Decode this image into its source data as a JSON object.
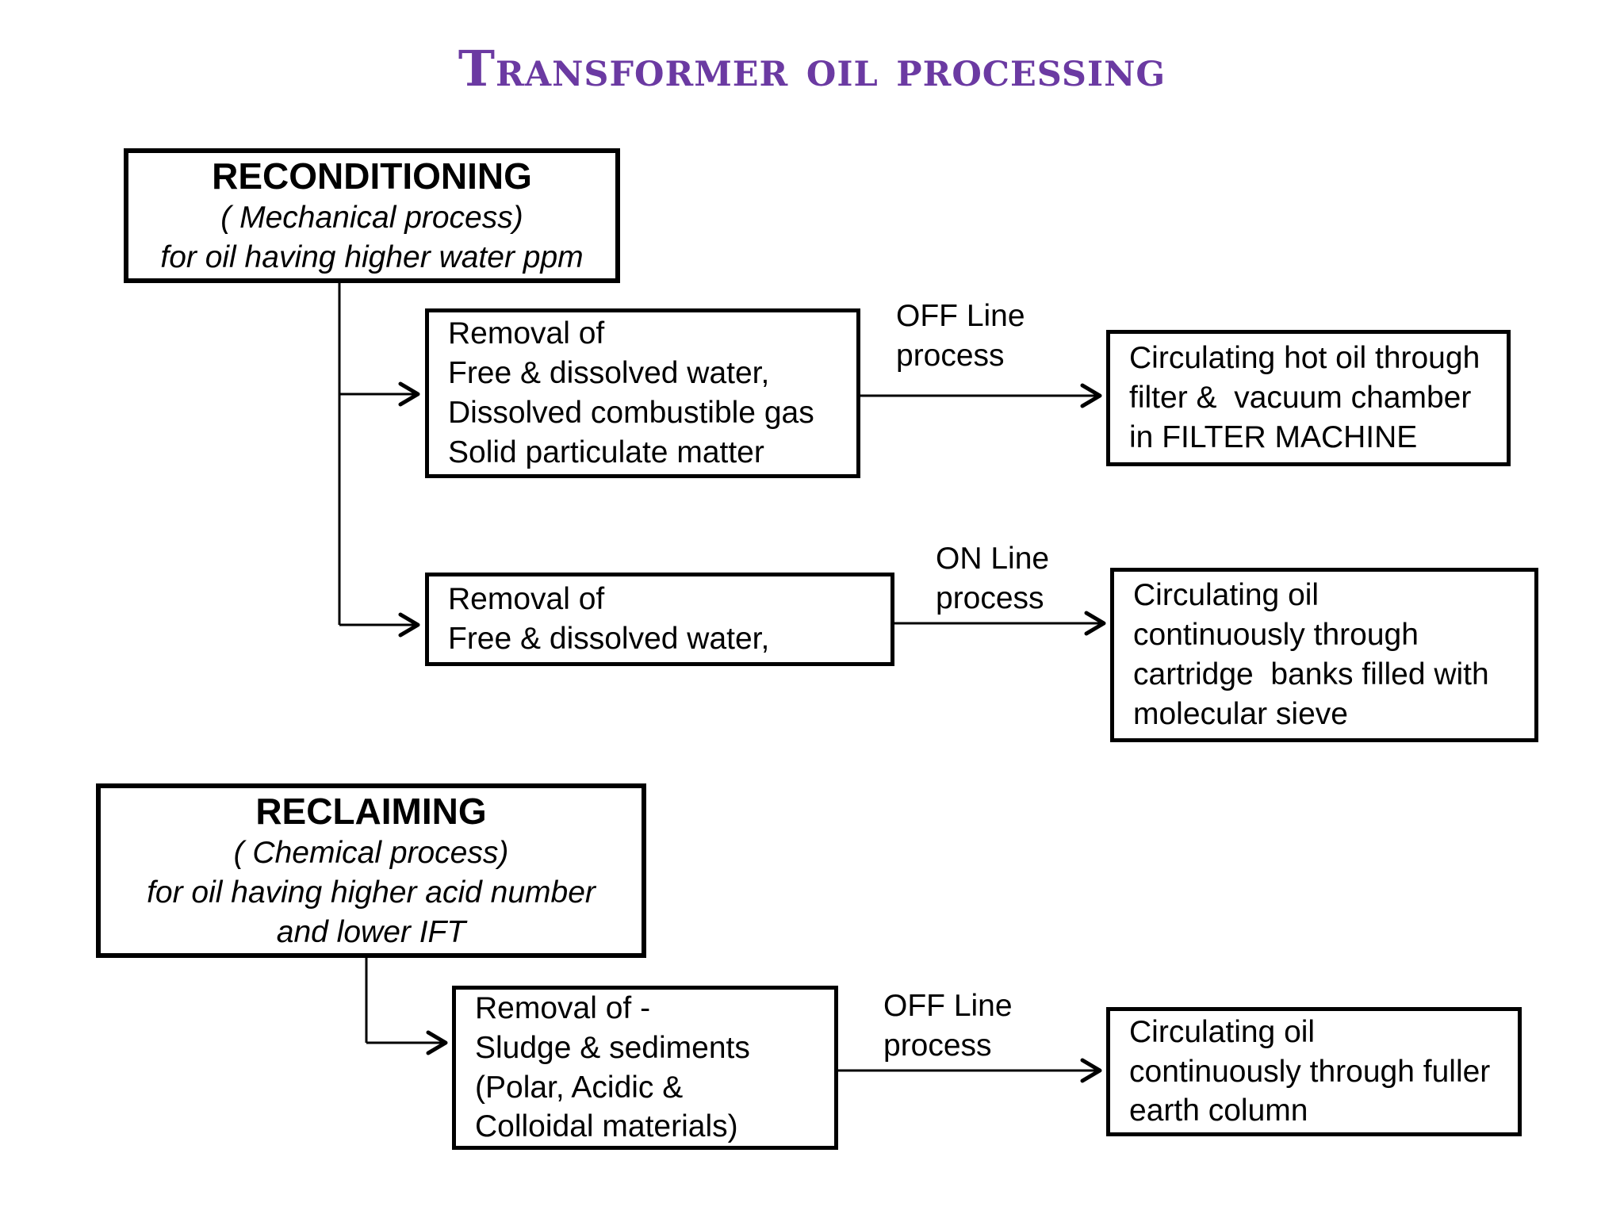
{
  "title": "Transformer oil processing",
  "colors": {
    "title_accent": "#6b3aa2",
    "line": "#000000",
    "box_border": "#000000",
    "box_background": "#ffffff",
    "text": "#000000"
  },
  "flows": {
    "reconditioning": {
      "header": {
        "title": "RECONDITIONING",
        "subtitle": "( Mechanical process)\nfor oil having higher water ppm"
      },
      "branches": [
        {
          "process": "Removal of\nFree & dissolved water,\nDissolved combustible gas\nSolid particulate matter",
          "mode_label": "OFF Line\nprocess",
          "result": "Circulating hot oil through\nfilter &  vacuum chamber\nin FILTER MACHINE"
        },
        {
          "process": "Removal of\nFree & dissolved water,",
          "mode_label": "ON Line\nprocess",
          "result": "Circulating oil\ncontinuously through\ncartridge  banks filled with\nmolecular sieve"
        }
      ]
    },
    "reclaiming": {
      "header": {
        "title": "RECLAIMING",
        "subtitle": "( Chemical process)\nfor oil having higher acid number\nand lower IFT"
      },
      "branches": [
        {
          "process": "Removal of -\nSludge & sediments\n(Polar, Acidic &\nColloidal materials)",
          "mode_label": "OFF Line\nprocess",
          "result": "Circulating oil\ncontinuously through fuller\nearth column"
        }
      ]
    }
  }
}
